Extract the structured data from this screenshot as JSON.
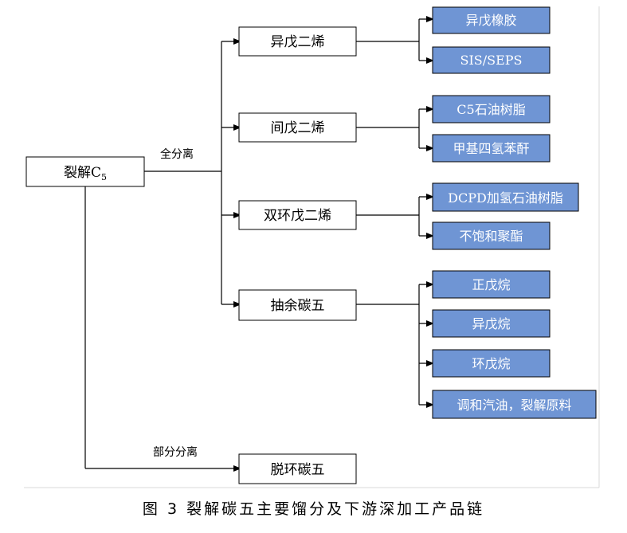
{
  "caption": "图 3 裂解碳五主要馏分及下游深加工产品链",
  "root": {
    "main": "裂解C",
    "sub": "5"
  },
  "branch_labels": {
    "full": "全分离",
    "partial": "部分分离"
  },
  "level1": [
    "异戊二烯",
    "间戊二烯",
    "双环戊二烯",
    "抽余碳五",
    "脱环碳五"
  ],
  "products": {
    "isoprene": [
      "异戊橡胶",
      "SIS/SEPS"
    ],
    "piperylene": [
      "C5石油树脂",
      "甲基四氢苯酐"
    ],
    "dcpd": [
      "DCPD加氢石油树脂",
      "不饱和聚酯"
    ],
    "raffinate": [
      "正戊烷",
      "异戊烷",
      "环戊烷",
      "调和汽油，裂解原料"
    ]
  }
}
